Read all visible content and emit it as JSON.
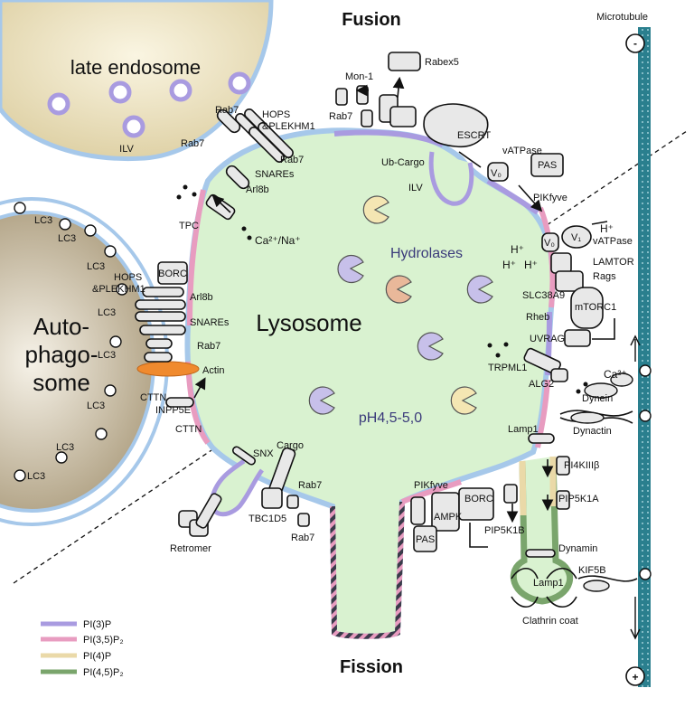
{
  "titles": {
    "top": "Fusion",
    "bottom": "Fission"
  },
  "microtubule": {
    "label": "Microtubule",
    "minus": "-",
    "plus": "+"
  },
  "compartments": {
    "late_endosome": "late endosome",
    "ilv_left": "ILV",
    "autophagosome": [
      "Auto-",
      "phago-",
      "some"
    ],
    "lysosome": "Lysosome",
    "hydrolases": "Hydrolases",
    "ph": "pH4,5-5,0"
  },
  "labels": {
    "lc3": "LC3",
    "hops_plekhm1_top": [
      "HOPS",
      "&PLEKHM1"
    ],
    "rab7": "Rab7",
    "snares": "SNAREs",
    "arl8b": "Arl8b",
    "tpc": "TPC",
    "ca_na": "Ca²⁺/Na⁺",
    "borc": "BORC",
    "hops_plekhm1_left": [
      "HOPS",
      "&PLEKHM1"
    ],
    "actin": "Actin",
    "cttn": "CTTN",
    "inpp5e": "INPP5E",
    "mon1": "Mon-1",
    "rabex5": "Rabex5",
    "escrt": "ESCRT",
    "ub_cargo": "Ub-Cargo",
    "ilv": "ILV",
    "vatpase": "vATPase",
    "pas": "PAS",
    "v0": "V₀",
    "v1": "V₁",
    "pikfyve": "PIKfyve",
    "hplus": "H⁺",
    "lamtor": "LAMTOR",
    "rags": "Rags",
    "slc38a9": "SLC38A9",
    "rheb": "Rheb",
    "mtorc1": "mTORC1",
    "uvrag": "UVRAG",
    "trpml1": "TRPML1",
    "alg2": "ALG2",
    "ca2": "Ca²⁺",
    "dynein": "Dynein",
    "dynactin": "Dynactin",
    "lamp1": "Lamp1",
    "pi4kiiib": "PI4KIIIβ",
    "pip5k1a": "PIP5K1A",
    "pip5k1b": "PIP5K1B",
    "dynamin": "Dynamin",
    "kif5b": "KIF5B",
    "clathrin": "Clathrin coat",
    "snx": "SNX",
    "cargo": "Cargo",
    "tbc1d5": "TBC1D5",
    "retromer": "Retromer",
    "ampk": "AMPK"
  },
  "legend": [
    {
      "label": "PI(3)P",
      "color": "#a99be0"
    },
    {
      "label": "PI(3,5)P₂",
      "color": "#e89cc0"
    },
    {
      "label": "PI(4)P",
      "color": "#ead9a8"
    },
    {
      "label": "PI(4,5)P₂",
      "color": "#7aa56c"
    }
  ],
  "colors": {
    "lysosome_fill": "#d9f2d0",
    "membrane": "#a6c8ea",
    "microtubule": "#2a7f8e",
    "actin": "#f08a2e",
    "enzyme_purple": "#c7c0ea",
    "enzyme_yellow": "#f4e6b3",
    "enzyme_orange": "#e9b89a"
  }
}
